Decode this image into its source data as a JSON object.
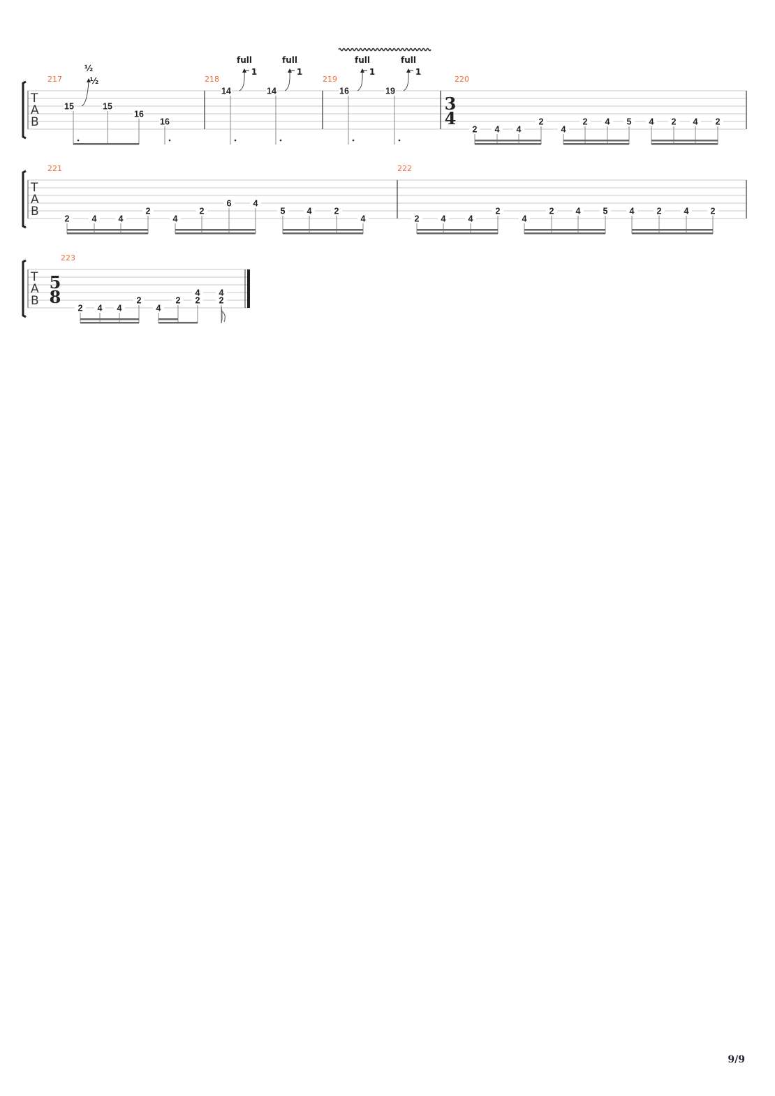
{
  "colors": {
    "measure_number": "#f26b3a",
    "staff_line": "#c8c8c8",
    "barline": "#333333",
    "beam": "#666666"
  },
  "tab_clef": [
    "T",
    "A",
    "B"
  ],
  "systems": [
    {
      "measures": [
        {
          "number": "217",
          "notes": [
            {
              "frets": [
                {
                  "string": 3,
                  "fret": "15"
                }
              ],
              "dotted": true,
              "bend": {
                "amount": "½",
                "release": "½"
              }
            },
            {
              "frets": [
                {
                  "string": 3,
                  "fret": "15"
                }
              ]
            },
            {
              "frets": [
                {
                  "string": 4,
                  "fret": "16"
                }
              ]
            },
            {
              "frets": [
                {
                  "string": 5,
                  "fret": "16"
                }
              ],
              "dotted": true
            }
          ]
        },
        {
          "number": "218",
          "notes": [
            {
              "frets": [
                {
                  "string": 1,
                  "fret": "14"
                }
              ],
              "dotted": true,
              "bend": {
                "amount": "full",
                "value": "1"
              }
            },
            {
              "frets": [
                {
                  "string": 1,
                  "fret": "14"
                }
              ],
              "dotted": true,
              "bend": {
                "amount": "full",
                "value": "1"
              }
            }
          ]
        },
        {
          "number": "219",
          "vibrato": true,
          "notes": [
            {
              "frets": [
                {
                  "string": 1,
                  "fret": "16"
                }
              ],
              "dotted": true,
              "bend": {
                "amount": "full",
                "value": "1"
              }
            },
            {
              "frets": [
                {
                  "string": 1,
                  "fret": "19"
                }
              ],
              "dotted": true,
              "bend": {
                "amount": "full",
                "value": "1"
              }
            }
          ]
        },
        {
          "number": "220",
          "time_signature": [
            "3",
            "4"
          ],
          "notes": [
            {
              "frets": [
                {
                  "string": 6,
                  "fret": "2"
                }
              ]
            },
            {
              "frets": [
                {
                  "string": 6,
                  "fret": "4"
                }
              ]
            },
            {
              "frets": [
                {
                  "string": 6,
                  "fret": "4"
                }
              ]
            },
            {
              "frets": [
                {
                  "string": 5,
                  "fret": "2"
                }
              ]
            },
            {
              "frets": [
                {
                  "string": 6,
                  "fret": "4"
                }
              ]
            },
            {
              "frets": [
                {
                  "string": 5,
                  "fret": "2"
                }
              ]
            },
            {
              "frets": [
                {
                  "string": 5,
                  "fret": "4"
                }
              ]
            },
            {
              "frets": [
                {
                  "string": 5,
                  "fret": "5"
                }
              ]
            },
            {
              "frets": [
                {
                  "string": 5,
                  "fret": "4"
                }
              ]
            },
            {
              "frets": [
                {
                  "string": 5,
                  "fret": "2"
                }
              ]
            },
            {
              "frets": [
                {
                  "string": 5,
                  "fret": "4"
                }
              ]
            },
            {
              "frets": [
                {
                  "string": 5,
                  "fret": "2"
                }
              ]
            }
          ]
        }
      ]
    },
    {
      "measures": [
        {
          "number": "221",
          "notes": [
            {
              "frets": [
                {
                  "string": 6,
                  "fret": "2"
                }
              ]
            },
            {
              "frets": [
                {
                  "string": 6,
                  "fret": "4"
                }
              ]
            },
            {
              "frets": [
                {
                  "string": 6,
                  "fret": "4"
                }
              ]
            },
            {
              "frets": [
                {
                  "string": 5,
                  "fret": "2"
                }
              ]
            },
            {
              "frets": [
                {
                  "string": 6,
                  "fret": "4"
                }
              ]
            },
            {
              "frets": [
                {
                  "string": 5,
                  "fret": "2"
                }
              ]
            },
            {
              "frets": [
                {
                  "string": 4,
                  "fret": "6"
                }
              ]
            },
            {
              "frets": [
                {
                  "string": 4,
                  "fret": "4"
                }
              ]
            },
            {
              "frets": [
                {
                  "string": 5,
                  "fret": "5"
                }
              ]
            },
            {
              "frets": [
                {
                  "string": 5,
                  "fret": "4"
                }
              ]
            },
            {
              "frets": [
                {
                  "string": 5,
                  "fret": "2"
                }
              ]
            },
            {
              "frets": [
                {
                  "string": 6,
                  "fret": "4"
                }
              ]
            }
          ]
        },
        {
          "number": "222",
          "notes": [
            {
              "frets": [
                {
                  "string": 6,
                  "fret": "2"
                }
              ]
            },
            {
              "frets": [
                {
                  "string": 6,
                  "fret": "4"
                }
              ]
            },
            {
              "frets": [
                {
                  "string": 6,
                  "fret": "4"
                }
              ]
            },
            {
              "frets": [
                {
                  "string": 5,
                  "fret": "2"
                }
              ]
            },
            {
              "frets": [
                {
                  "string": 6,
                  "fret": "4"
                }
              ]
            },
            {
              "frets": [
                {
                  "string": 5,
                  "fret": "2"
                }
              ]
            },
            {
              "frets": [
                {
                  "string": 5,
                  "fret": "4"
                }
              ]
            },
            {
              "frets": [
                {
                  "string": 5,
                  "fret": "5"
                }
              ]
            },
            {
              "frets": [
                {
                  "string": 5,
                  "fret": "4"
                }
              ]
            },
            {
              "frets": [
                {
                  "string": 5,
                  "fret": "2"
                }
              ]
            },
            {
              "frets": [
                {
                  "string": 5,
                  "fret": "4"
                }
              ]
            },
            {
              "frets": [
                {
                  "string": 5,
                  "fret": "2"
                }
              ]
            }
          ]
        }
      ]
    },
    {
      "measures": [
        {
          "number": "223",
          "time_signature": [
            "5",
            "8"
          ],
          "final": true,
          "notes": [
            {
              "frets": [
                {
                  "string": 6,
                  "fret": "2"
                }
              ]
            },
            {
              "frets": [
                {
                  "string": 6,
                  "fret": "4"
                }
              ]
            },
            {
              "frets": [
                {
                  "string": 6,
                  "fret": "4"
                }
              ]
            },
            {
              "frets": [
                {
                  "string": 5,
                  "fret": "2"
                }
              ]
            },
            {
              "frets": [
                {
                  "string": 6,
                  "fret": "4"
                }
              ]
            },
            {
              "frets": [
                {
                  "string": 5,
                  "fret": "2"
                }
              ]
            },
            {
              "frets": [
                {
                  "string": 4,
                  "fret": "4"
                },
                {
                  "string": 5,
                  "fret": "2"
                }
              ]
            },
            {
              "frets": [
                {
                  "string": 4,
                  "fret": "4"
                },
                {
                  "string": 5,
                  "fret": "2"
                }
              ],
              "flag": true
            }
          ]
        }
      ]
    }
  ],
  "page_number": "9/9"
}
